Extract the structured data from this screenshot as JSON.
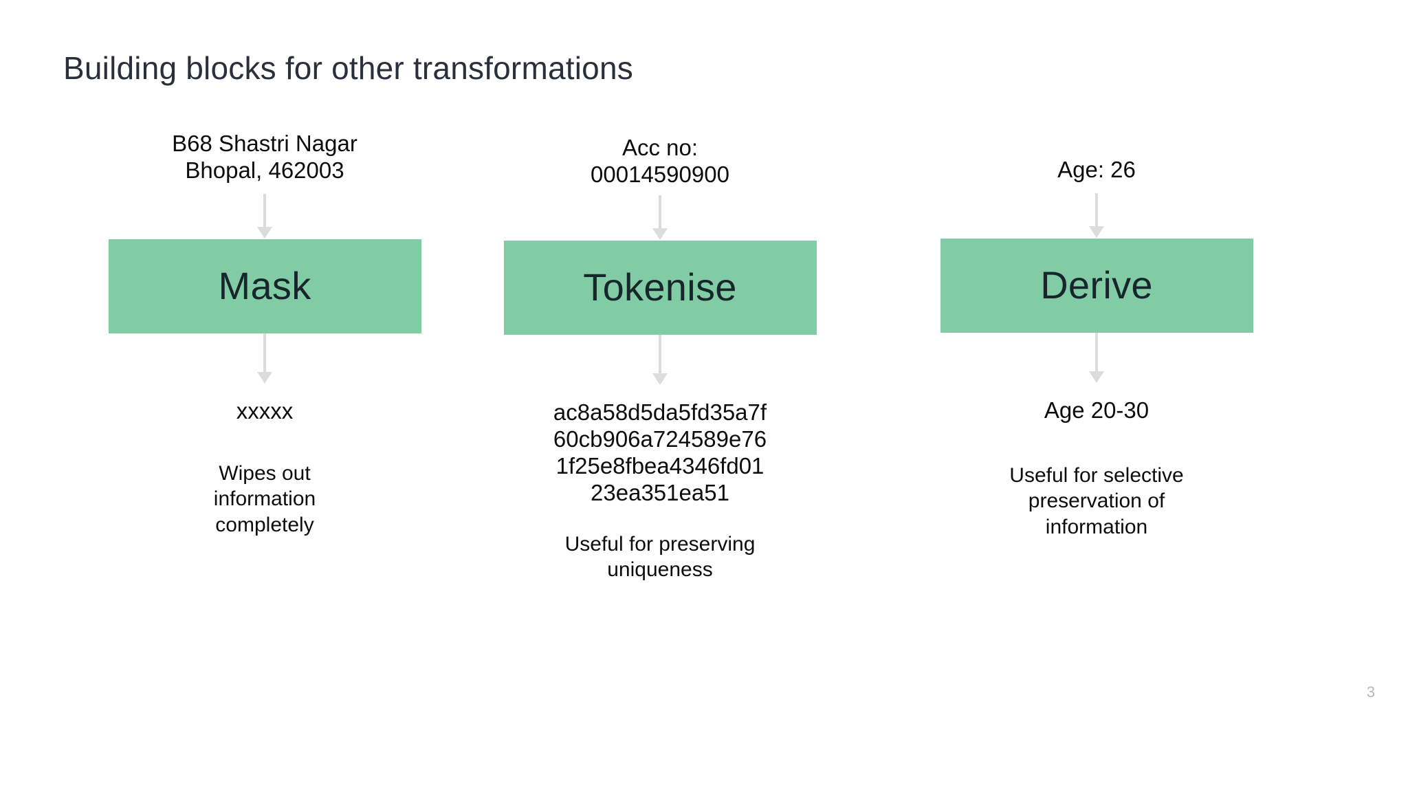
{
  "slide": {
    "title": "Building blocks for other transformations",
    "page_number": "3",
    "colors": {
      "box_fill": "#81cca5",
      "box_text": "#16262b",
      "title_text": "#2b2f3a",
      "body_text": "#0d0d0d",
      "arrow": "#dcdcdc",
      "page_number_text": "#b7b7b7",
      "background": "#ffffff"
    }
  },
  "columns": [
    {
      "id": "mask",
      "input": "B68 Shastri Nagar\nBhopal, 462003",
      "operation": "Mask",
      "output": "xxxxx",
      "caption": "Wipes out\ninformation\ncompletely",
      "arrow_in": "down-arrow-icon",
      "arrow_out": "down-arrow-icon"
    },
    {
      "id": "tokenise",
      "input": "Acc no:\n00014590900",
      "operation": "Tokenise",
      "output": "ac8a58d5da5fd35a7f\n60cb906a724589e76\n1f25e8fbea4346fd01\n23ea351ea51",
      "caption": "Useful for preserving\nuniqueness",
      "arrow_in": "down-arrow-icon",
      "arrow_out": "down-arrow-icon"
    },
    {
      "id": "derive",
      "input": "Age: 26",
      "operation": "Derive",
      "output": "Age 20-30",
      "caption": "Useful for selective\npreservation of\ninformation",
      "arrow_in": "down-arrow-icon",
      "arrow_out": "down-arrow-icon"
    }
  ]
}
